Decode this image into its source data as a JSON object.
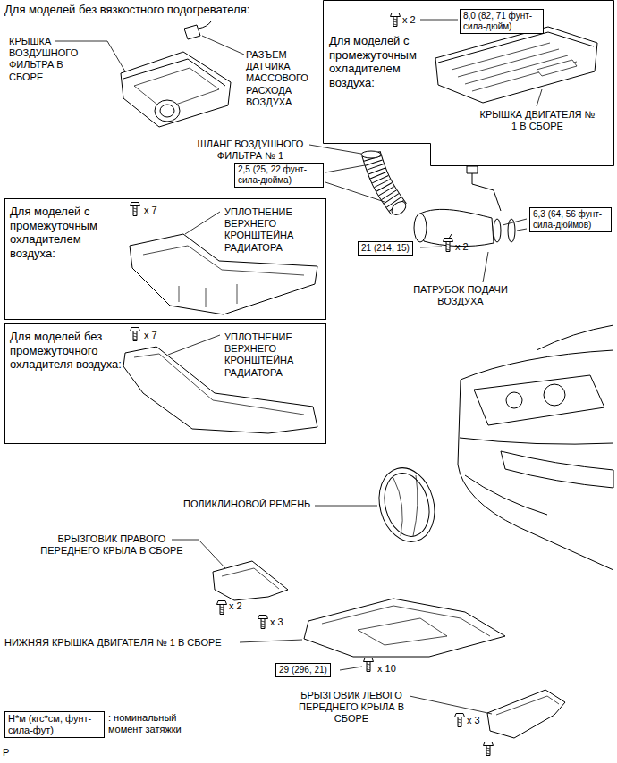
{
  "diagram": {
    "title": "Для моделей без вязкостного подогревателя:",
    "nodes": [
      {
        "text": [
          "Для моделей с промежуточным охладителем воздуха:",
          "x 2",
          "КРЫШКА ДВИГАТЕЛЯ № 1 В СБОРЕ"
        ]
      },
      {
        "text": [
          "8,0 (82, 71 фунт-сила-дюйм)"
        ],
        "in": 0
      },
      {
        "text": [
          "2,5 (25, 22 фунт-сила-дюйма)"
        ]
      },
      {
        "text": [
          "Для моделей с промежуточным охладителем воздуха:",
          "x 7",
          "УПЛОТНЕНИЕ ВЕРХНЕГО КРОНШТЕЙНА РАДИАТОРА"
        ]
      },
      {
        "text": [
          "6,3 (64, 56 фунт-сила-дюймов)"
        ]
      },
      {
        "text": [
          "21 (214, 15)"
        ]
      },
      {
        "text": [
          "Для моделей без промежуточного охладителя воздуха:",
          "x 7",
          "УПЛОТНЕНИЕ ВЕРХНЕГО КРОНШТЕЙНА РАДИАТОРА"
        ]
      },
      {
        "text": [
          "29 (296, 21)"
        ]
      },
      {
        "text": [
          "Н*м (кгс*см, фунт-сила-фут)"
        ]
      }
    ],
    "labels": [
      "КРЫШКА ВОЗДУШНОГО ФИЛЬТРА В СБОРЕ",
      "РАЗЪЕМ ДАТЧИКА МАССОВОГО РАСХОДА ВОЗДУХА",
      "ШЛАНГ ВОЗДУШНОГО ФИЛЬТРА № 1",
      "x 2",
      "ПАТРУБОК ПОДАЧИ ВОЗДУХА",
      "ПОЛИКЛИНОВОЙ РЕМЕНЬ",
      "БРЫЗГОВИК ПРАВОГО ПЕРЕДНЕГО КРЫЛА В СБОРЕ",
      "x 2",
      "x 3",
      "НИЖНЯЯ КРЫШКА ДВИГАТЕЛЯ № 1 В СБОРЕ",
      "x 10",
      "БРЫЗГОВИК ЛЕВОГО ПЕРЕДНЕГО КРЫЛА В СБОРЕ",
      "x 3",
      ": номинальный момент затяжки",
      "P"
    ]
  }
}
